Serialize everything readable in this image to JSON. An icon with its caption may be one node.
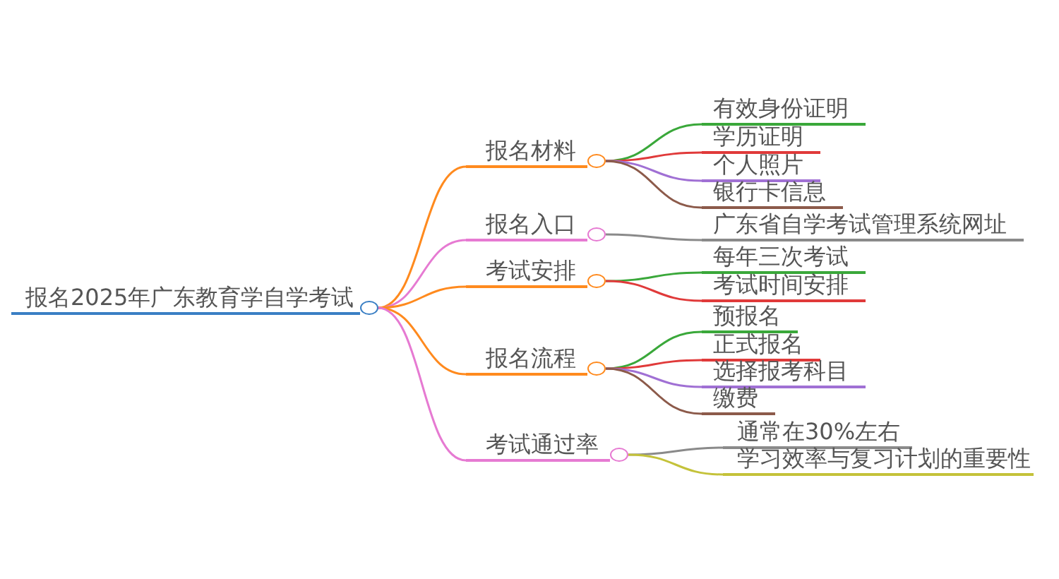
{
  "diagram": {
    "nodes": [
      {
        "text": [
          "报名2025年广东教育学自学考试"
        ]
      },
      {
        "text": [
          "报名材料"
        ]
      },
      {
        "text": [
          "有效身份证明"
        ]
      },
      {
        "text": [
          "学历证明"
        ]
      },
      {
        "text": [
          "个人照片"
        ]
      },
      {
        "text": [
          "银行卡信息"
        ]
      },
      {
        "text": [
          "报名入口"
        ]
      },
      {
        "text": [
          "广东省自学考试管理系统网址"
        ]
      },
      {
        "text": [
          "考试安排"
        ]
      },
      {
        "text": [
          "每年三次考试"
        ]
      },
      {
        "text": [
          "考试时间安排"
        ]
      },
      {
        "text": [
          "报名流程"
        ]
      },
      {
        "text": [
          "预报名"
        ]
      },
      {
        "text": [
          "正式报名"
        ]
      },
      {
        "text": [
          "选择报考科目"
        ]
      },
      {
        "text": [
          "缴费"
        ]
      },
      {
        "text": [
          "考试通过率"
        ]
      },
      {
        "text": [
          "通常在30%左右"
        ]
      },
      {
        "text": [
          "学习效率与复习计划的重要性"
        ]
      }
    ],
    "edges": [
      {
        "from": 0,
        "to": 1,
        "arrow": "none",
        "color": "#ff8a1e"
      },
      {
        "from": 1,
        "to": 2,
        "arrow": "none",
        "color": "#3aa83a"
      },
      {
        "from": 1,
        "to": 3,
        "arrow": "none",
        "color": "#e03a3a"
      },
      {
        "from": 1,
        "to": 4,
        "arrow": "none",
        "color": "#a070d4"
      },
      {
        "from": 1,
        "to": 5,
        "arrow": "none",
        "color": "#8c5a4a"
      },
      {
        "from": 0,
        "to": 6,
        "arrow": "none",
        "color": "#e67ad2"
      },
      {
        "from": 6,
        "to": 7,
        "arrow": "none",
        "color": "#8a8a8a"
      },
      {
        "from": 0,
        "to": 8,
        "arrow": "none",
        "color": "#ff8a1e"
      },
      {
        "from": 8,
        "to": 9,
        "arrow": "none",
        "color": "#3aa83a"
      },
      {
        "from": 8,
        "to": 10,
        "arrow": "none",
        "color": "#e03a3a"
      },
      {
        "from": 0,
        "to": 11,
        "arrow": "none",
        "color": "#ff8a1e"
      },
      {
        "from": 11,
        "to": 12,
        "arrow": "none",
        "color": "#3aa83a"
      },
      {
        "from": 11,
        "to": 13,
        "arrow": "none",
        "color": "#e03a3a"
      },
      {
        "from": 11,
        "to": 14,
        "arrow": "none",
        "color": "#a070d4"
      },
      {
        "from": 11,
        "to": 15,
        "arrow": "none",
        "color": "#8c5a4a"
      },
      {
        "from": 0,
        "to": 16,
        "arrow": "none",
        "color": "#e67ad2"
      },
      {
        "from": 16,
        "to": 17,
        "arrow": "none",
        "color": "#8a8a8a"
      },
      {
        "from": 16,
        "to": 18,
        "arrow": "none",
        "color": "#c4c23a"
      }
    ]
  }
}
